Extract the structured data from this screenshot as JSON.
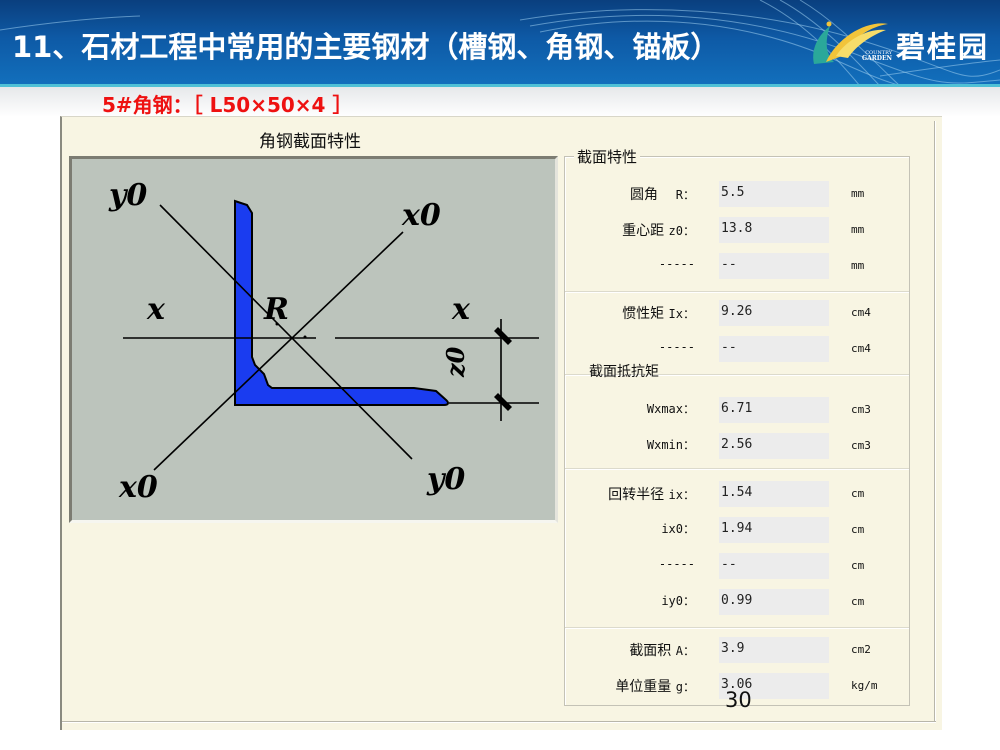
{
  "header": {
    "title": "11、石材工程中常用的主要钢材（槽钢、角钢、锚板）",
    "logo": {
      "text": "碧桂园",
      "en_line1": "COUNTRY",
      "en_line2": "GARDEN"
    },
    "colors": {
      "band_top": "#0a3f7e",
      "band_bottom": "#1270bd",
      "accent_line": "#4fc1d6"
    }
  },
  "subtitle": {
    "text": "5#角钢：［ L50×50×4 ］",
    "color": "#ee1111"
  },
  "dialog": {
    "diagram": {
      "title": "角钢截面特性",
      "labels": {
        "y0_top": "y0",
        "x0_top": "x0",
        "x_left": "x",
        "x_right": "x",
        "R": "R",
        "z0": "z0",
        "x0_bottom": "x0",
        "y0_bottom": "y0"
      },
      "fill_color": "#1a3cf0",
      "background_color": "#bcc4bc"
    },
    "properties": {
      "legend": "截面特性",
      "section_modulus_label": "截面抵抗矩",
      "rows": [
        {
          "label": "圆角",
          "symbol": "R：",
          "value": "5.5",
          "unit": "mm"
        },
        {
          "label": "重心距",
          "symbol": "z0：",
          "value": "13.8",
          "unit": "mm"
        },
        {
          "label": "",
          "symbol": "-----",
          "value": "--",
          "unit": "mm"
        },
        {
          "label": "惯性矩",
          "symbol": "Ix：",
          "value": "9.26",
          "unit": "cm4"
        },
        {
          "label": "",
          "symbol": "-----",
          "value": "--",
          "unit": "cm4"
        },
        {
          "label": "",
          "symbol": "Wxmax：",
          "value": "6.71",
          "unit": "cm3"
        },
        {
          "label": "",
          "symbol": "Wxmin：",
          "value": "2.56",
          "unit": "cm3"
        },
        {
          "label": "回转半径",
          "symbol": "ix：",
          "value": "1.54",
          "unit": "cm"
        },
        {
          "label": "",
          "symbol": "ix0：",
          "value": "1.94",
          "unit": "cm"
        },
        {
          "label": "",
          "symbol": "-----",
          "value": "--",
          "unit": "cm"
        },
        {
          "label": "",
          "symbol": "iy0：",
          "value": "0.99",
          "unit": "cm"
        },
        {
          "label": "截面积",
          "symbol": "A：",
          "value": "3.9",
          "unit": "cm2"
        },
        {
          "label": "单位重量",
          "symbol": "g：",
          "value": "3.06",
          "unit": "kg/m"
        }
      ]
    }
  },
  "page_number": "30"
}
